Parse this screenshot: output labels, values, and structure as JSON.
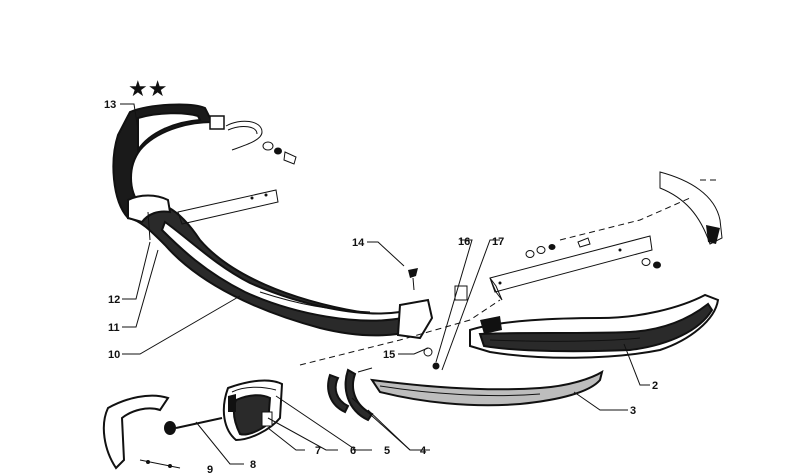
{
  "stars": "★★",
  "callouts": [
    {
      "id": "13",
      "text": "13"
    },
    {
      "id": "12",
      "text": "12"
    },
    {
      "id": "11",
      "text": "11"
    },
    {
      "id": "10",
      "text": "10"
    },
    {
      "id": "14",
      "text": "14"
    },
    {
      "id": "15",
      "text": "15"
    },
    {
      "id": "16",
      "text": "16"
    },
    {
      "id": "17",
      "text": "17"
    },
    {
      "id": "2",
      "text": "2"
    },
    {
      "id": "3",
      "text": "3"
    },
    {
      "id": "4",
      "text": "4"
    },
    {
      "id": "5",
      "text": "5"
    },
    {
      "id": "6",
      "text": "6"
    },
    {
      "id": "7",
      "text": "7"
    },
    {
      "id": "8",
      "text": "8"
    },
    {
      "id": "9",
      "text": "9"
    }
  ]
}
